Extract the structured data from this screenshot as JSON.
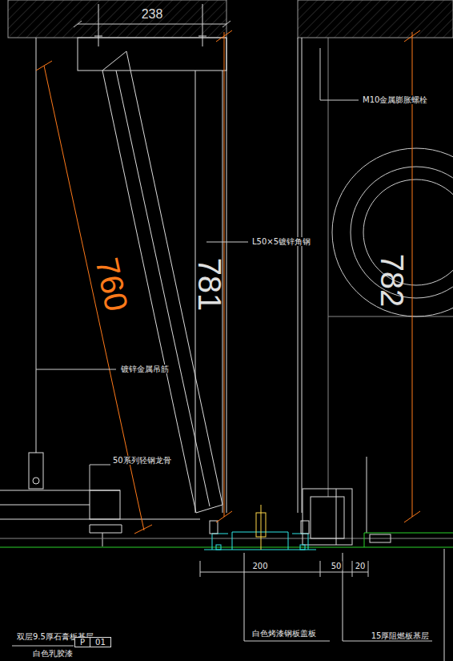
{
  "diagram": {
    "nodes": [
      {
        "text": [
          "P",
          "01"
        ]
      }
    ],
    "labels": [
      "238",
      "760",
      "781",
      "782",
      "M10金属膨胀螺栓",
      "L50×5镀锌角钢",
      "镀锌金属吊筋",
      "50系列轻钢龙骨",
      "200",
      "50",
      "20",
      "白色烤漆钢板盖板",
      "15厚阻燃板基层",
      "双层9.5厚石膏板基层",
      "白色乳胶漆"
    ]
  }
}
